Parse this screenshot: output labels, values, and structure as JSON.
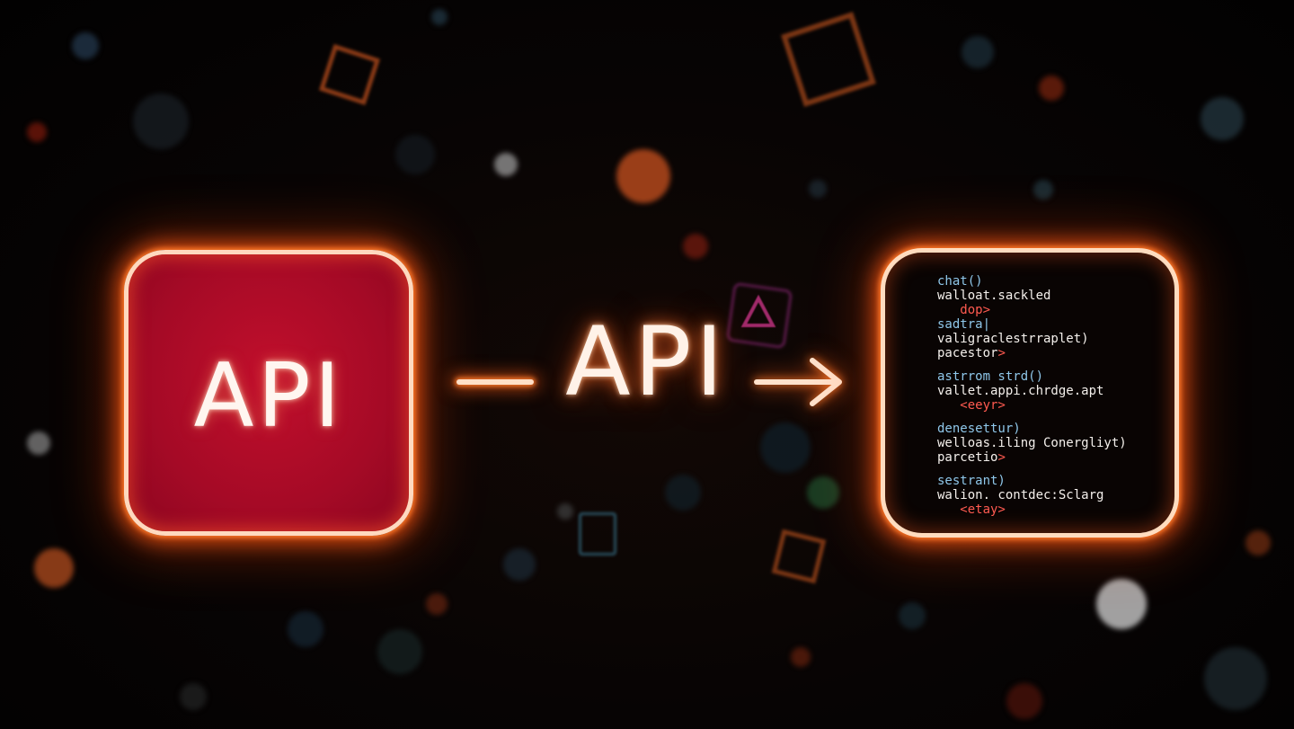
{
  "left_box": {
    "label": "API",
    "icon": "api-block"
  },
  "connector": {
    "label": "API",
    "icon": "arrow-right-icon"
  },
  "code_panel": {
    "groups": [
      {
        "lines": [
          {
            "text": "chat()",
            "kind": "keyword"
          },
          {
            "text": "walloat.sackled",
            "kind": "code"
          },
          {
            "text": "   dop>",
            "kind": "tag"
          }
        ]
      },
      {
        "lines": [
          {
            "text": "sadtra|",
            "kind": "keyword"
          },
          {
            "text": "valigraclestrraplet)",
            "kind": "code"
          },
          {
            "text": "pacestor>",
            "kind": "code-tag"
          }
        ]
      },
      {
        "lines": [
          {
            "text": "astrrom strd()",
            "kind": "keyword"
          },
          {
            "text": "vallet.appi.chrdge.apt",
            "kind": "code"
          },
          {
            "text": "   <eeyr>",
            "kind": "tag"
          }
        ]
      },
      {
        "lines": [
          {
            "text": "denesettur)",
            "kind": "keyword"
          },
          {
            "text": "welloas.iling Conergliyt)",
            "kind": "code"
          },
          {
            "text": "parcetio>",
            "kind": "code-tag"
          }
        ]
      },
      {
        "lines": [
          {
            "text": "sestrant)",
            "kind": "keyword"
          },
          {
            "text": "walion. contdec:Sclarg",
            "kind": "code"
          },
          {
            "text": "   <etay>",
            "kind": "tag"
          }
        ]
      }
    ]
  },
  "colors": {
    "accent_glow": "#ff6a1f",
    "api_box_fill": "#b30c28",
    "code_keyword": "#8fc7ea",
    "code_text": "#f4f0ec",
    "code_tag": "#ff5a50"
  }
}
